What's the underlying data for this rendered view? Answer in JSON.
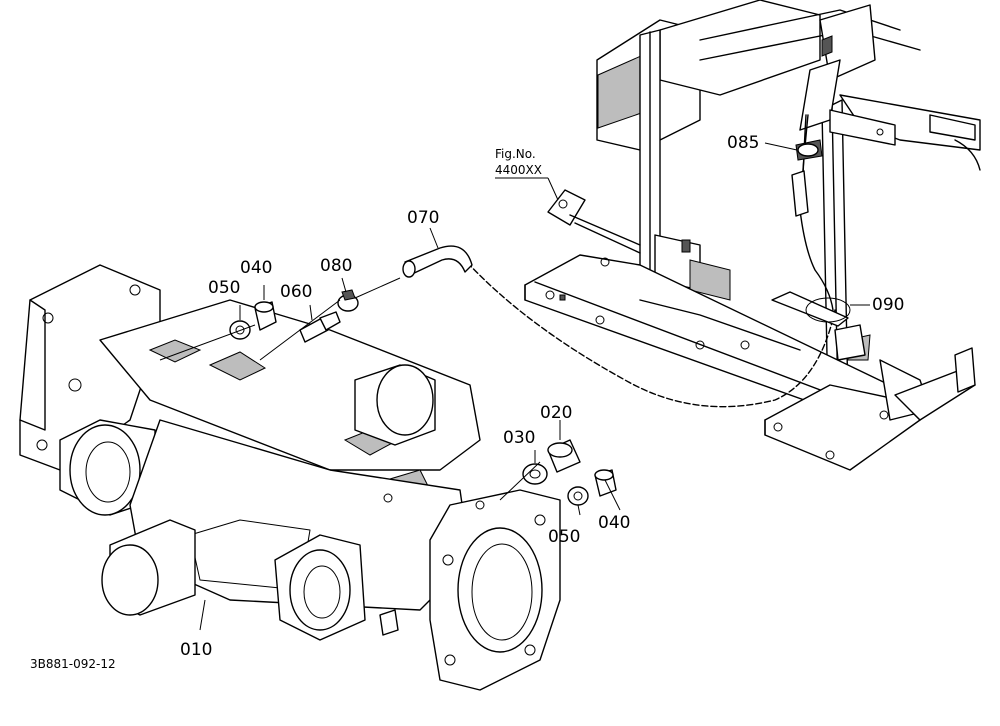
{
  "labels": {
    "p010": "010",
    "p020": "020",
    "p030": "030",
    "p040a": "040",
    "p040b": "040",
    "p050a": "050",
    "p050b": "050",
    "p060": "060",
    "p070": "070",
    "p080": "080",
    "p085": "085",
    "p090": "090"
  },
  "reference": {
    "fig_line1": "Fig.No.",
    "fig_line2": "4400XX"
  },
  "drawing_code": "3B881-092-12"
}
